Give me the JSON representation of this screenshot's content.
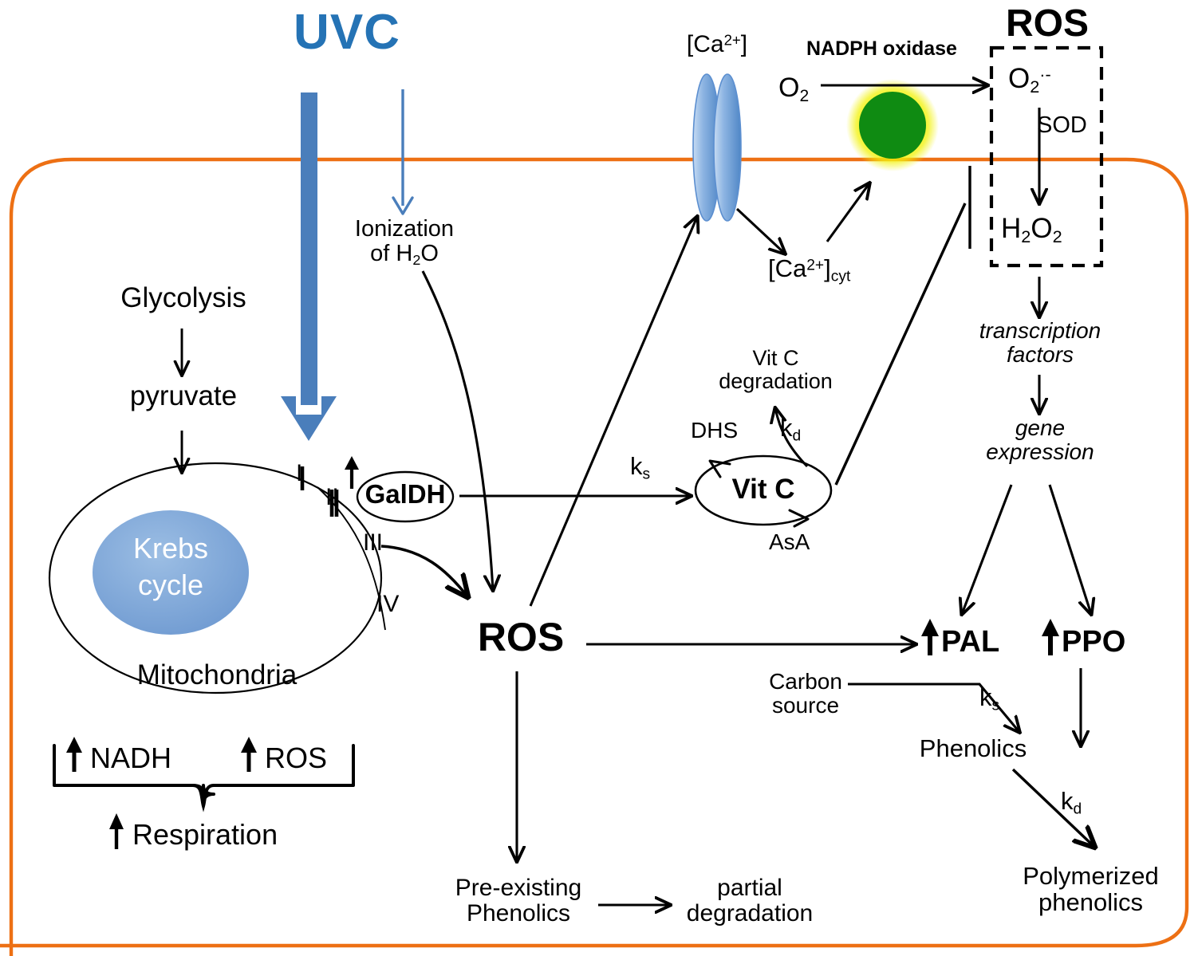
{
  "diagram": {
    "title_visible": false,
    "colors": {
      "membrane_orange": "#ED7014",
      "uvc_blue": "#4A7EBB",
      "krebs_blue": "#7BA4D8",
      "channel_blue": "#6E9FD8",
      "oxidase_green": "#0F8B12",
      "oxidase_glow_yellow": "#F2F20C",
      "arrow_black": "#000000"
    }
  },
  "labels": {
    "uvc": "UVC",
    "ionization": "Ionization\nof H",
    "ionization_sub": "2",
    "ionization_tail": "O",
    "ca_channel": "[Ca",
    "ca_channel_sup": "2+",
    "ca_channel_tail": "]",
    "o2": "O",
    "o2_sub": "2",
    "nadph_oxidase": "NADPH oxidase",
    "ros_top": "ROS",
    "superoxide": "O",
    "superoxide_sub": "2",
    "superoxide_sup": "·-",
    "sod": "SOD",
    "h2o2_h": "H",
    "h2o2_sub1": "2",
    "h2o2_o": "O",
    "h2o2_sub2": "2",
    "ca_cyt": "[Ca",
    "ca_cyt_sup": "2+",
    "ca_cyt_tail": "]",
    "ca_cyt_sub": "cyt",
    "transcription_factors": "transcription\nfactors",
    "gene_expression": "gene\nexpression",
    "glycolysis": "Glycolysis",
    "pyruvate": "pyruvate",
    "krebs_cycle": "Krebs\ncycle",
    "mitochondria": "Mitochondria",
    "complex_i": "I",
    "complex_ii": "II",
    "complex_iii": "III",
    "complex_iv": "IV",
    "galdh": "GalDH",
    "ks_vitc": "k",
    "ks_vitc_sub": "s",
    "dhs": "DHS",
    "vitc": "Vit C",
    "asa": "AsA",
    "kd_vitc": "k",
    "kd_vitc_sub": "d",
    "vitc_degradation": "Vit C\ndegradation",
    "ros_center": "ROS",
    "pal": "PAL",
    "ppo": "PPO",
    "up_arrow": "↑",
    "carbon_source": "Carbon\nsource",
    "ks_phenolics": "k",
    "ks_phenolics_sub": "s",
    "phenolics": "Phenolics",
    "kd_polymerized": "k",
    "kd_polymerized_sub": "d",
    "polymerized_phenolics": "Polymerized\nphenolics",
    "nadh": "NADH",
    "ros_mito": "ROS",
    "respiration": "Respiration",
    "preexisting_phenolics": "Pre-existing\nPhenolics",
    "partial_degradation": "partial\ndegradation"
  },
  "nodes": [
    {
      "id": "uvc",
      "label": "UVC",
      "kind": "source-label"
    },
    {
      "id": "ionization",
      "label": "Ionization of H2O",
      "kind": "process"
    },
    {
      "id": "ca-channel",
      "label": "[Ca2+]",
      "kind": "membrane-channel"
    },
    {
      "id": "o2",
      "label": "O2",
      "kind": "molecule"
    },
    {
      "id": "nadph-oxidase",
      "label": "NADPH oxidase",
      "kind": "enzyme"
    },
    {
      "id": "ros-box",
      "label": "ROS",
      "kind": "compartment",
      "contents": [
        "O2·-",
        "SOD",
        "H2O2"
      ]
    },
    {
      "id": "ca-cyt",
      "label": "[Ca2+]cyt",
      "kind": "molecule"
    },
    {
      "id": "transcription-factors",
      "label": "transcription factors",
      "kind": "process"
    },
    {
      "id": "gene-expression",
      "label": "gene expression",
      "kind": "process"
    },
    {
      "id": "glycolysis",
      "label": "Glycolysis",
      "kind": "process"
    },
    {
      "id": "pyruvate",
      "label": "pyruvate",
      "kind": "molecule"
    },
    {
      "id": "mitochondria",
      "label": "Mitochondria",
      "kind": "organelle"
    },
    {
      "id": "krebs-cycle",
      "label": "Krebs cycle",
      "kind": "process"
    },
    {
      "id": "etc-complexes",
      "label": "I II III IV",
      "kind": "complexes"
    },
    {
      "id": "galdh",
      "label": "GalDH",
      "kind": "enzyme"
    },
    {
      "id": "vitc",
      "label": "Vit C",
      "kind": "metabolite-cycle"
    },
    {
      "id": "ros-center",
      "label": "ROS",
      "kind": "hub"
    },
    {
      "id": "pal",
      "label": "↑PAL",
      "kind": "enzyme"
    },
    {
      "id": "ppo",
      "label": "↑PPO",
      "kind": "enzyme"
    },
    {
      "id": "carbon-source",
      "label": "Carbon source",
      "kind": "substrate"
    },
    {
      "id": "phenolics",
      "label": "Phenolics",
      "kind": "metabolite"
    },
    {
      "id": "polymerized-phenolics",
      "label": "Polymerized phenolics",
      "kind": "metabolite"
    },
    {
      "id": "preexisting-phenolics",
      "label": "Pre-existing Phenolics",
      "kind": "metabolite"
    },
    {
      "id": "partial-degradation",
      "label": "partial degradation",
      "kind": "process"
    },
    {
      "id": "respiration-bracket",
      "label": "↑NADH ↑ROS → ↑Respiration",
      "kind": "summary"
    }
  ],
  "edges": [
    {
      "from": "uvc",
      "to": "mitochondria",
      "type": "thick-arrow"
    },
    {
      "from": "uvc",
      "to": "ionization",
      "type": "arrow"
    },
    {
      "from": "ionization",
      "to": "ros-center",
      "type": "curved-arrow"
    },
    {
      "from": "o2",
      "to": "ros-box",
      "type": "arrow",
      "label": "NADPH oxidase"
    },
    {
      "from": "superoxide",
      "to": "h2o2",
      "type": "arrow",
      "label": "SOD"
    },
    {
      "from": "ca-channel",
      "to": "ca-cyt",
      "type": "arrow"
    },
    {
      "from": "ca-cyt",
      "to": "nadph-oxidase",
      "type": "arrow"
    },
    {
      "from": "ros-center",
      "to": "ca-channel",
      "type": "arrow"
    },
    {
      "from": "h2o2",
      "to": "transcription-factors",
      "type": "arrow"
    },
    {
      "from": "transcription-factors",
      "to": "gene-expression",
      "type": "arrow"
    },
    {
      "from": "gene-expression",
      "to": "pal",
      "type": "arrow"
    },
    {
      "from": "gene-expression",
      "to": "ppo",
      "type": "arrow"
    },
    {
      "from": "glycolysis",
      "to": "pyruvate",
      "type": "arrow"
    },
    {
      "from": "pyruvate",
      "to": "mitochondria",
      "type": "arrow"
    },
    {
      "from": "etc-complexes",
      "to": "ros-center",
      "type": "curved-arrow"
    },
    {
      "from": "galdh",
      "to": "vitc",
      "type": "arrow",
      "label": "ks"
    },
    {
      "from": "vitc",
      "to": "vitc-degradation",
      "type": "curved-arrow",
      "label": "kd"
    },
    {
      "from": "nadph-oxidase-region",
      "to": "vitc",
      "type": "inhibition"
    },
    {
      "from": "ros-center",
      "to": "pal",
      "type": "arrow"
    },
    {
      "from": "ros-center",
      "to": "preexisting-phenolics",
      "type": "arrow"
    },
    {
      "from": "preexisting-phenolics",
      "to": "partial-degradation",
      "type": "arrow"
    },
    {
      "from": "carbon-source",
      "to": "phenolics",
      "type": "arrow",
      "label": "ks"
    },
    {
      "from": "ppo",
      "to": "polymerized-phenolics",
      "type": "arrow",
      "label": "kd"
    }
  ]
}
